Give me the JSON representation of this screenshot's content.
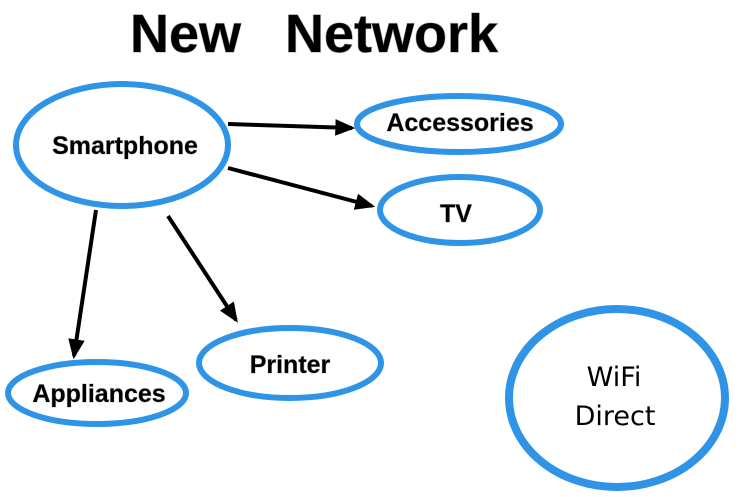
{
  "title": {
    "word1": "New",
    "word2": "Network"
  },
  "nodes": {
    "smartphone": "Smartphone",
    "accessories": "Accessories",
    "tv": "TV",
    "printer": "Printer",
    "appliances": "Appliances",
    "wifi_direct": {
      "line1": "WiFi",
      "line2": "Direct"
    }
  },
  "colors": {
    "node_outline": "#2f93e6",
    "arrow": "#000000"
  }
}
